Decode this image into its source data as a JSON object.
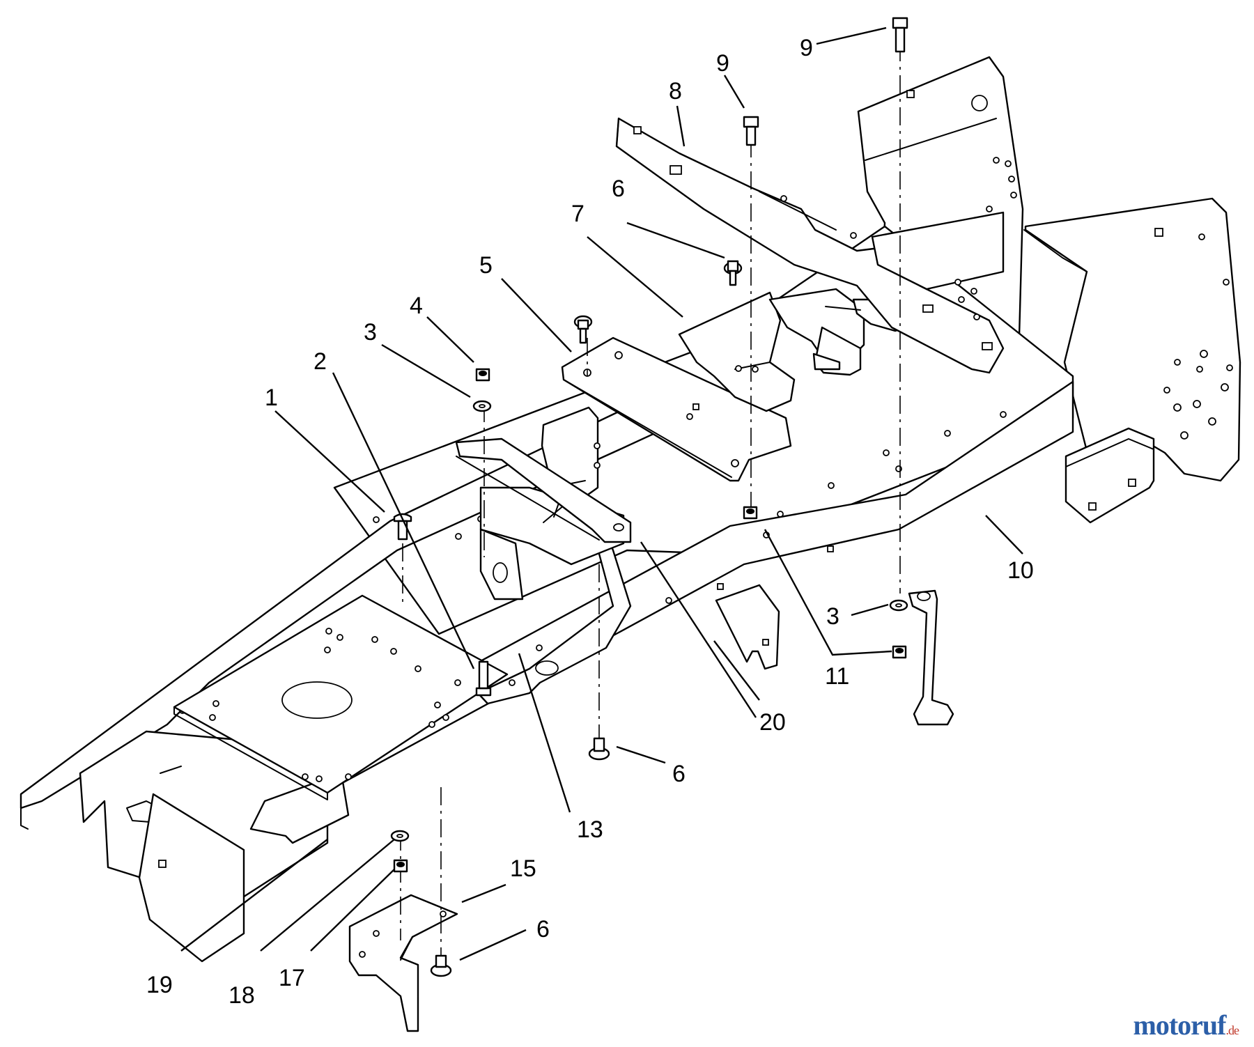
{
  "callouts": [
    {
      "id": "c1",
      "label": "1"
    },
    {
      "id": "c2",
      "label": "2"
    },
    {
      "id": "c3a",
      "label": "3"
    },
    {
      "id": "c3b",
      "label": "3"
    },
    {
      "id": "c4",
      "label": "4"
    },
    {
      "id": "c5",
      "label": "5"
    },
    {
      "id": "c6a",
      "label": "6"
    },
    {
      "id": "c6b",
      "label": "6"
    },
    {
      "id": "c6c",
      "label": "6"
    },
    {
      "id": "c7",
      "label": "7"
    },
    {
      "id": "c8",
      "label": "8"
    },
    {
      "id": "c9a",
      "label": "9"
    },
    {
      "id": "c9b",
      "label": "9"
    },
    {
      "id": "c10",
      "label": "10"
    },
    {
      "id": "c11",
      "label": "11"
    },
    {
      "id": "c13",
      "label": "13"
    },
    {
      "id": "c15",
      "label": "15"
    },
    {
      "id": "c17",
      "label": "17"
    },
    {
      "id": "c18",
      "label": "18"
    },
    {
      "id": "c19",
      "label": "19"
    },
    {
      "id": "c20",
      "label": "20"
    }
  ],
  "watermark": {
    "brand": "motoruf",
    "suffix": ".de"
  },
  "colors": {
    "line": "#000000",
    "background": "#ffffff",
    "watermark_primary": "#2c5fa8",
    "watermark_accent": "#c0392b"
  }
}
